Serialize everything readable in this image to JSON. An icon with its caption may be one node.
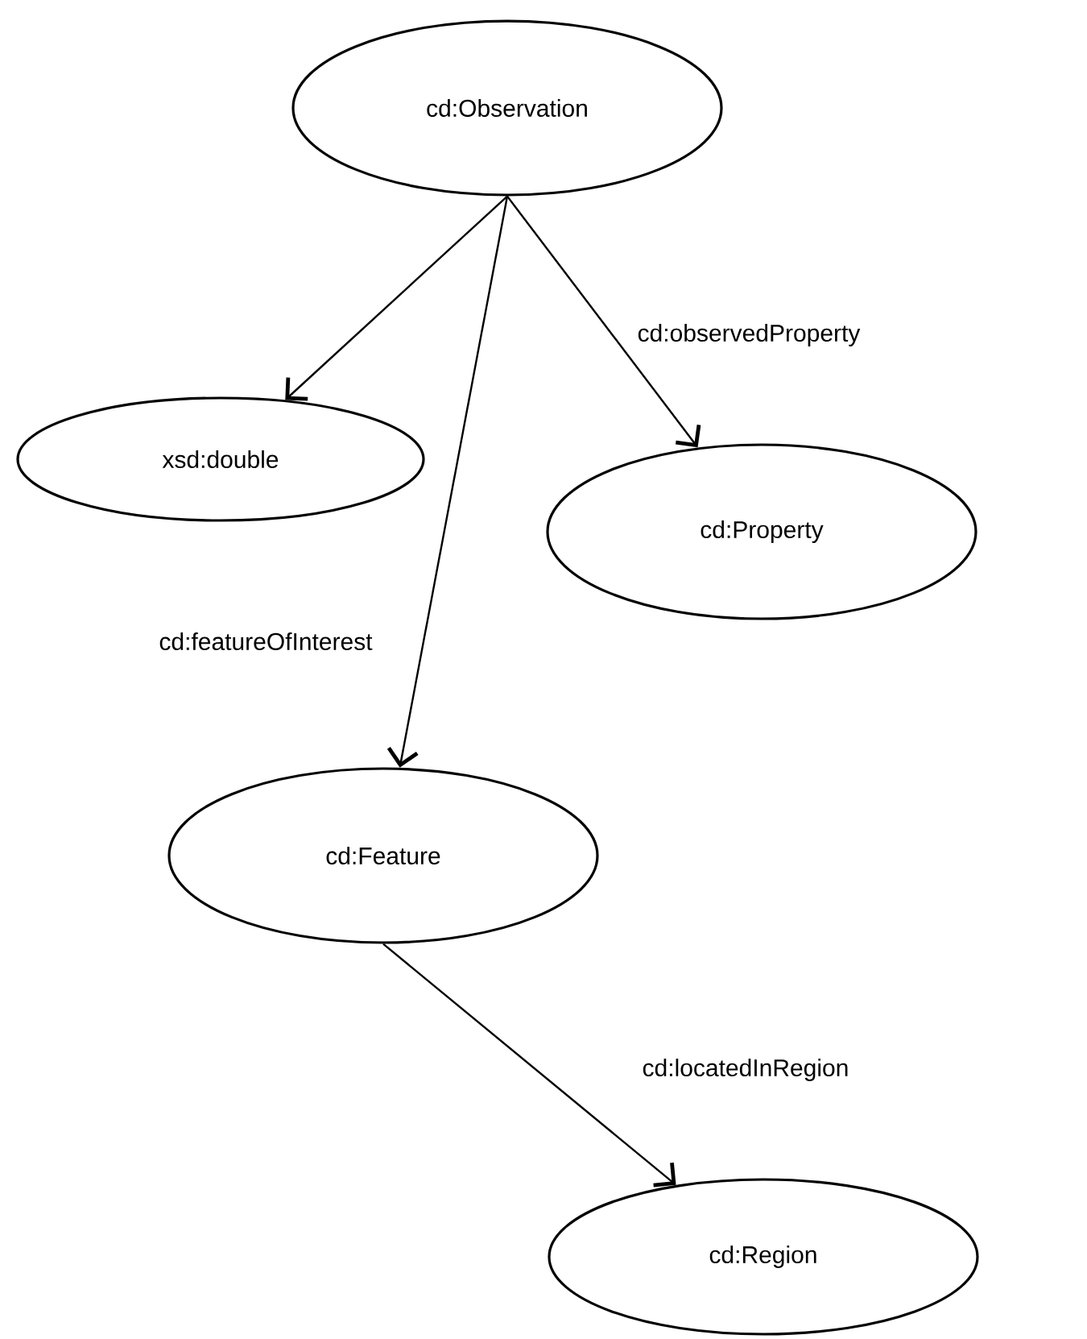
{
  "diagram": {
    "nodes": [
      {
        "text": [
          "cd:Observation"
        ]
      },
      {
        "text": [
          "xsd:double"
        ]
      },
      {
        "text": [
          "cd:Property"
        ]
      },
      {
        "text": [
          "cd:Feature"
        ]
      },
      {
        "text": [
          "cd:Region"
        ]
      }
    ],
    "edges": [
      {
        "from": 0,
        "to": 1,
        "arrow": "to"
      },
      {
        "from": 0,
        "to": 2,
        "arrow": "to",
        "label": "cd:observedProperty"
      },
      {
        "from": 0,
        "to": 3,
        "arrow": "to",
        "label": "cd:featureOfInterest"
      },
      {
        "from": 3,
        "to": 4,
        "arrow": "to",
        "label": "cd:locatedInRegion"
      }
    ]
  }
}
